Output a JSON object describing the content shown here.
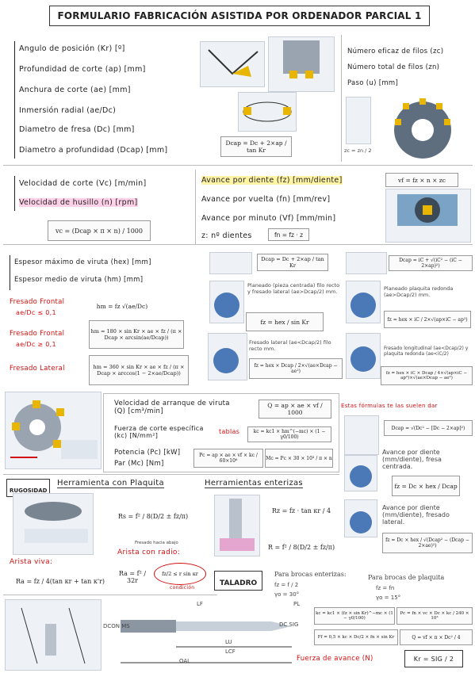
{
  "title": "FORMULARIO FABRICACIÓN ASISTIDA POR ORDENADOR PARCIAL 1",
  "parametros": [
    "Angulo de posición (Kr) [º]",
    "Profundidad de corte (ap) [mm]",
    "Anchura de corte (ae) [mm]",
    "Inmersión radial (ae/Dc)",
    "Diametro de fresa (Dc) [mm]",
    "Diametro a profundidad (Dcap) [mm]"
  ],
  "filos": [
    "Número eficaz de filos (zc)",
    "Número total de filos (zn)",
    "Paso (u) [mm]"
  ],
  "formulas_top": {
    "dcap": "Dcap = Dc + 2×ap / tan Kr",
    "zc": "zc = zn / 2"
  },
  "velocidades": [
    "Velocidad de corte (Vc) [m/min]",
    "Velocidad de husillo (n) [rpm]"
  ],
  "vc_formula": "vc = (Dcap × π × n) / 1000",
  "avances": [
    "Avance por diente (fz) [mm/diente]",
    "Avance por vuelta (fn) [mm/rev]",
    "Avance por minuto (Vf) [mm/min]",
    "z: nº dientes"
  ],
  "fn_formula": "fn = fz · z",
  "vf_formula": "vf = fz × n × zc",
  "espesor": [
    "Espesor máximo de viruta (hex) [mm]",
    "Espesor medio de viruta (hm) [mm]"
  ],
  "fresados": [
    {
      "label": "Fresado Frontal",
      "cond": "ae/Dc ≤ 0,1",
      "formula": "hm = fz √(ae/Dc)"
    },
    {
      "label": "Fresado Frontal",
      "cond": "ae/Dc ≥ 0,1",
      "formula": "hm = 180 × sin Kr × ae × fz / (π × Dcap × arcsin(ae/Dcap))"
    },
    {
      "label": "Fresado Lateral",
      "cond": "",
      "formula": "hm = 360 × sin Kr × ae × fz / (π × Dcap × arccos(1 − 2×ae/Dcap))"
    }
  ],
  "planeado": {
    "dcap_a": "Dcap = Dc + 2×ap / tan Kr",
    "dcap_b": "Dcap = iC + √(iC² − (iC − 2×ap)²)",
    "t1": "Planeado (pieza centrada) filo recto y fresado lateral (ae>Dcap/2) mm.",
    "f1": "fz = hex / sin Kr",
    "t2": "Planeado plaquita redonda (ae>Dcap/2) mm.",
    "f2": "fz = hex × iC / 2×√(ap×iC − ap²)",
    "t3": "Fresado lateral (ae<Dcap/2) filo recto mm.",
    "f3": "fz = hex × Dcap / 2×√(ae×Dcap − ae²)",
    "t4": "Fresado longitudinal (ae<Dcap/2) y plaquita redonda (ae<iC/2)",
    "f4": "fz = hex × iC × Dcap / 4×√(ap×iC − ap²)×√(ae×Dcap − ae²)"
  },
  "potencia": {
    "q_label": "Velocidad de arranque de viruta (Q) [cm³/min]",
    "q_formula": "Q = ap × ae × vf / 1000",
    "kc_label": "Fuerza de corte específica (kc) [N/mm²]",
    "kc_formula": "kc = kc1 × hm^(−mc) × (1 − γ0/100)",
    "p_label": "Potencia (Pc) [kW]",
    "p_formula": "Pc = ap × ae × vf × kc / 60×10⁶",
    "m_label": "Par (Mc) [Nm]",
    "m_formula": "Mc = Pc × 30 × 10³ / π × n",
    "tablas": "tablas",
    "note": "Estas fórmulas te las suelen dar"
  },
  "avance_diente": {
    "dcap": "Dcap = √(Dc² − [Dc − 2×ap]²)",
    "t1": "Avance por diente (mm/diente), fresa centrada.",
    "f1": "fz = Dc × hex / Dcap",
    "t2": "Avance por diente (mm/diente), fresado lateral.",
    "f2": "fz = Dc × hex / √(Dcap² − (Dcap − 2×ae)²)"
  },
  "rugosidad": {
    "badge": "RUGOSIDAD",
    "plaquita": "Herramienta con Plaquita",
    "enterizas": "Herramientas enterizas",
    "rs_formula": "Rs = f² / 8(D/2 ± fz/π)",
    "rz_formula": "Rz = fz · tan κr / 4",
    "r2_formula": "R = f² / 8(D/2 ± fz/π)",
    "arista_viva": "Arista viva:",
    "ra_formula": "Ra = fz / 4(tan κr + tan κ'r)",
    "arista_radio": "Arista con radio:",
    "ra2_formula": "Ra = f² / 32r",
    "cond": "fz/2 ≤ r sin κr",
    "cond_label": "condición",
    "fresado_abajo": "Fresado hacia abajo"
  },
  "taladro": {
    "badge": "TALADRO",
    "broca_ent": "Para brocas enterizas:",
    "ent_f": "fz = f / 2",
    "ent_g": "γo = 30°",
    "broca_plq": "Para brocas de plaquita",
    "plq_f": "fz = fn",
    "plq_g": "γo = 15°",
    "kc_formula": "kc = kc1 × (fz × sin Kr)^−mc × (1 − γ0/100)",
    "pc_formula": "Pc = fn × vc × Dc × kc / 240 × 10³",
    "ff_formula": "Ff = 0,5 × kc × Dc/2 × fn × sin Kr",
    "q_formula": "Q = vf × π × Dc² / 4",
    "fuerza": "Fuerza de avance (N)",
    "kr_formula": "Kr = SIG / 2",
    "dims": [
      "LF",
      "PL",
      "DCON MS",
      "LU",
      "DC SIG",
      "LCF",
      "OAL"
    ]
  },
  "colors": {
    "red": "#d40f0f",
    "yellow": "#fff3a6",
    "blue": "#cfeaff",
    "pink": "#ffd1e8"
  }
}
